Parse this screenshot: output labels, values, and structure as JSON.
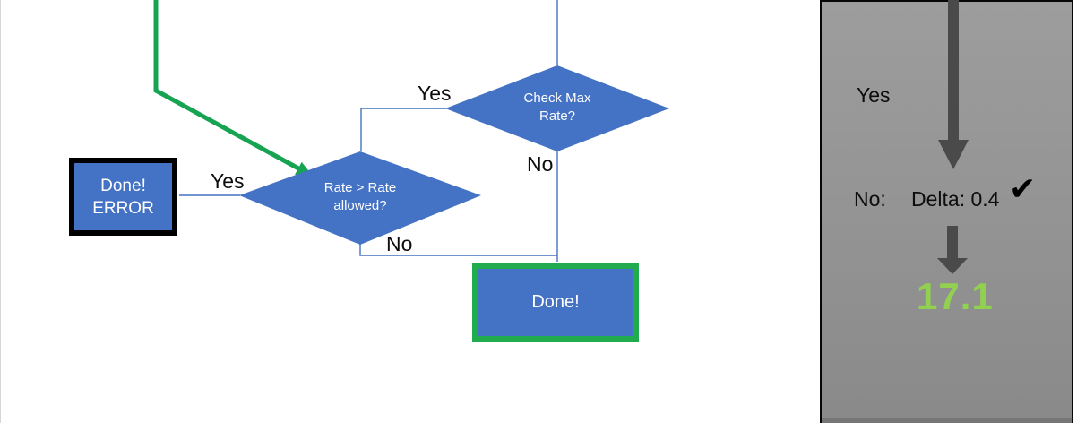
{
  "flowchart": {
    "decision_check_max_rate": {
      "label": "Check Max Rate?",
      "yes_label": "Yes",
      "no_label": "No"
    },
    "decision_rate_allowed": {
      "label": "Rate > Rate allowed?",
      "yes_label": "Yes",
      "no_label": "No"
    },
    "done_error_box": {
      "line1": "Done!",
      "line2": "ERROR"
    },
    "done_box": {
      "label": "Done!"
    }
  },
  "panel": {
    "yes_label": "Yes",
    "no_label": "No:",
    "delta_value": "Delta: 0.4",
    "checkmark": "✔",
    "result_value": "17.1"
  },
  "colors": {
    "shape_blue": "#4472C4",
    "connector_blue": "#4472C4",
    "flow_green": "#17A452",
    "done_border_green": "#21AB4F",
    "error_border_black": "#000000",
    "panel_gray_top": "#9D9D9D",
    "panel_gray_bottom": "#8A8A8A",
    "panel_arrow_gray": "#4A4A4A",
    "result_green": "#92D050"
  }
}
